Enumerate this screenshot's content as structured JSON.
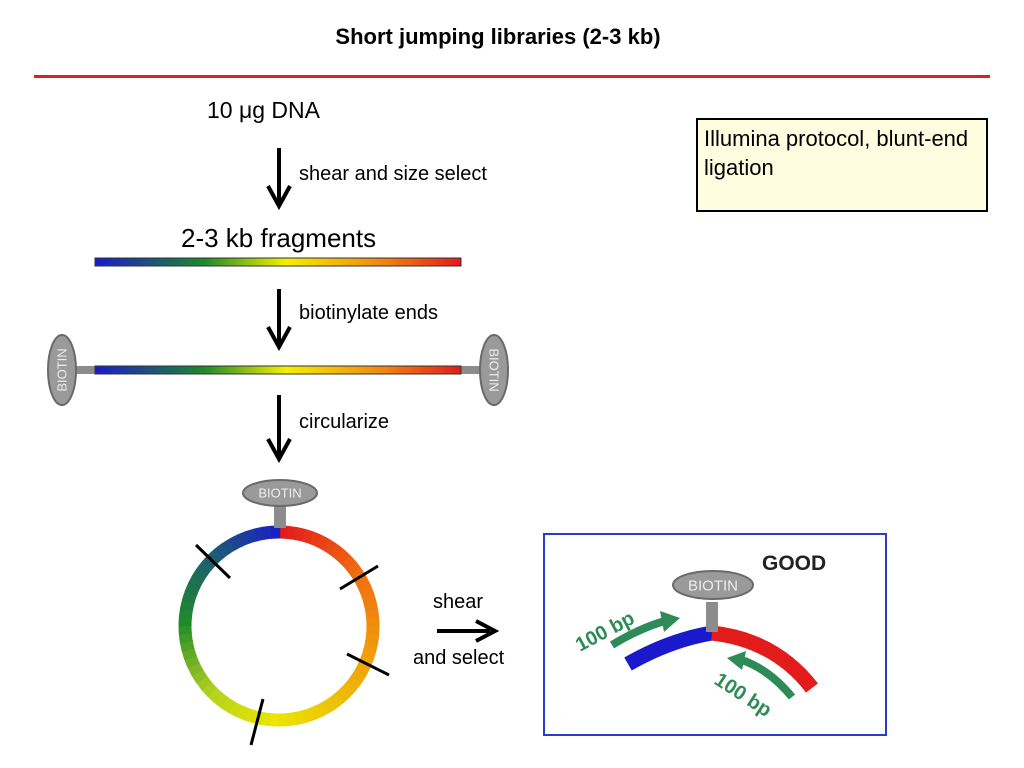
{
  "title": "Short jumping libraries (2-3 kb)",
  "start_label": "10 μg DNA",
  "step_shear": "shear and size select",
  "fragments_label": "2-3 kb fragments",
  "step_biotinylate": "biotinylate ends",
  "step_circularize": "circularize",
  "biotin_label": "BIOTIN",
  "shear_label": "shear",
  "select_label": "and select",
  "note": "Illumina protocol, blunt-end ligation",
  "inset": {
    "status": "GOOD",
    "read_length_top": "100 bp",
    "read_length_bottom": "100 bp"
  },
  "colors": {
    "rule": "#e02020",
    "note_bg": "#fffde0",
    "inset_border": "#2a3bd0",
    "read_arrow": "#2e8b57",
    "biotin_gray": "#8c8c8c"
  }
}
